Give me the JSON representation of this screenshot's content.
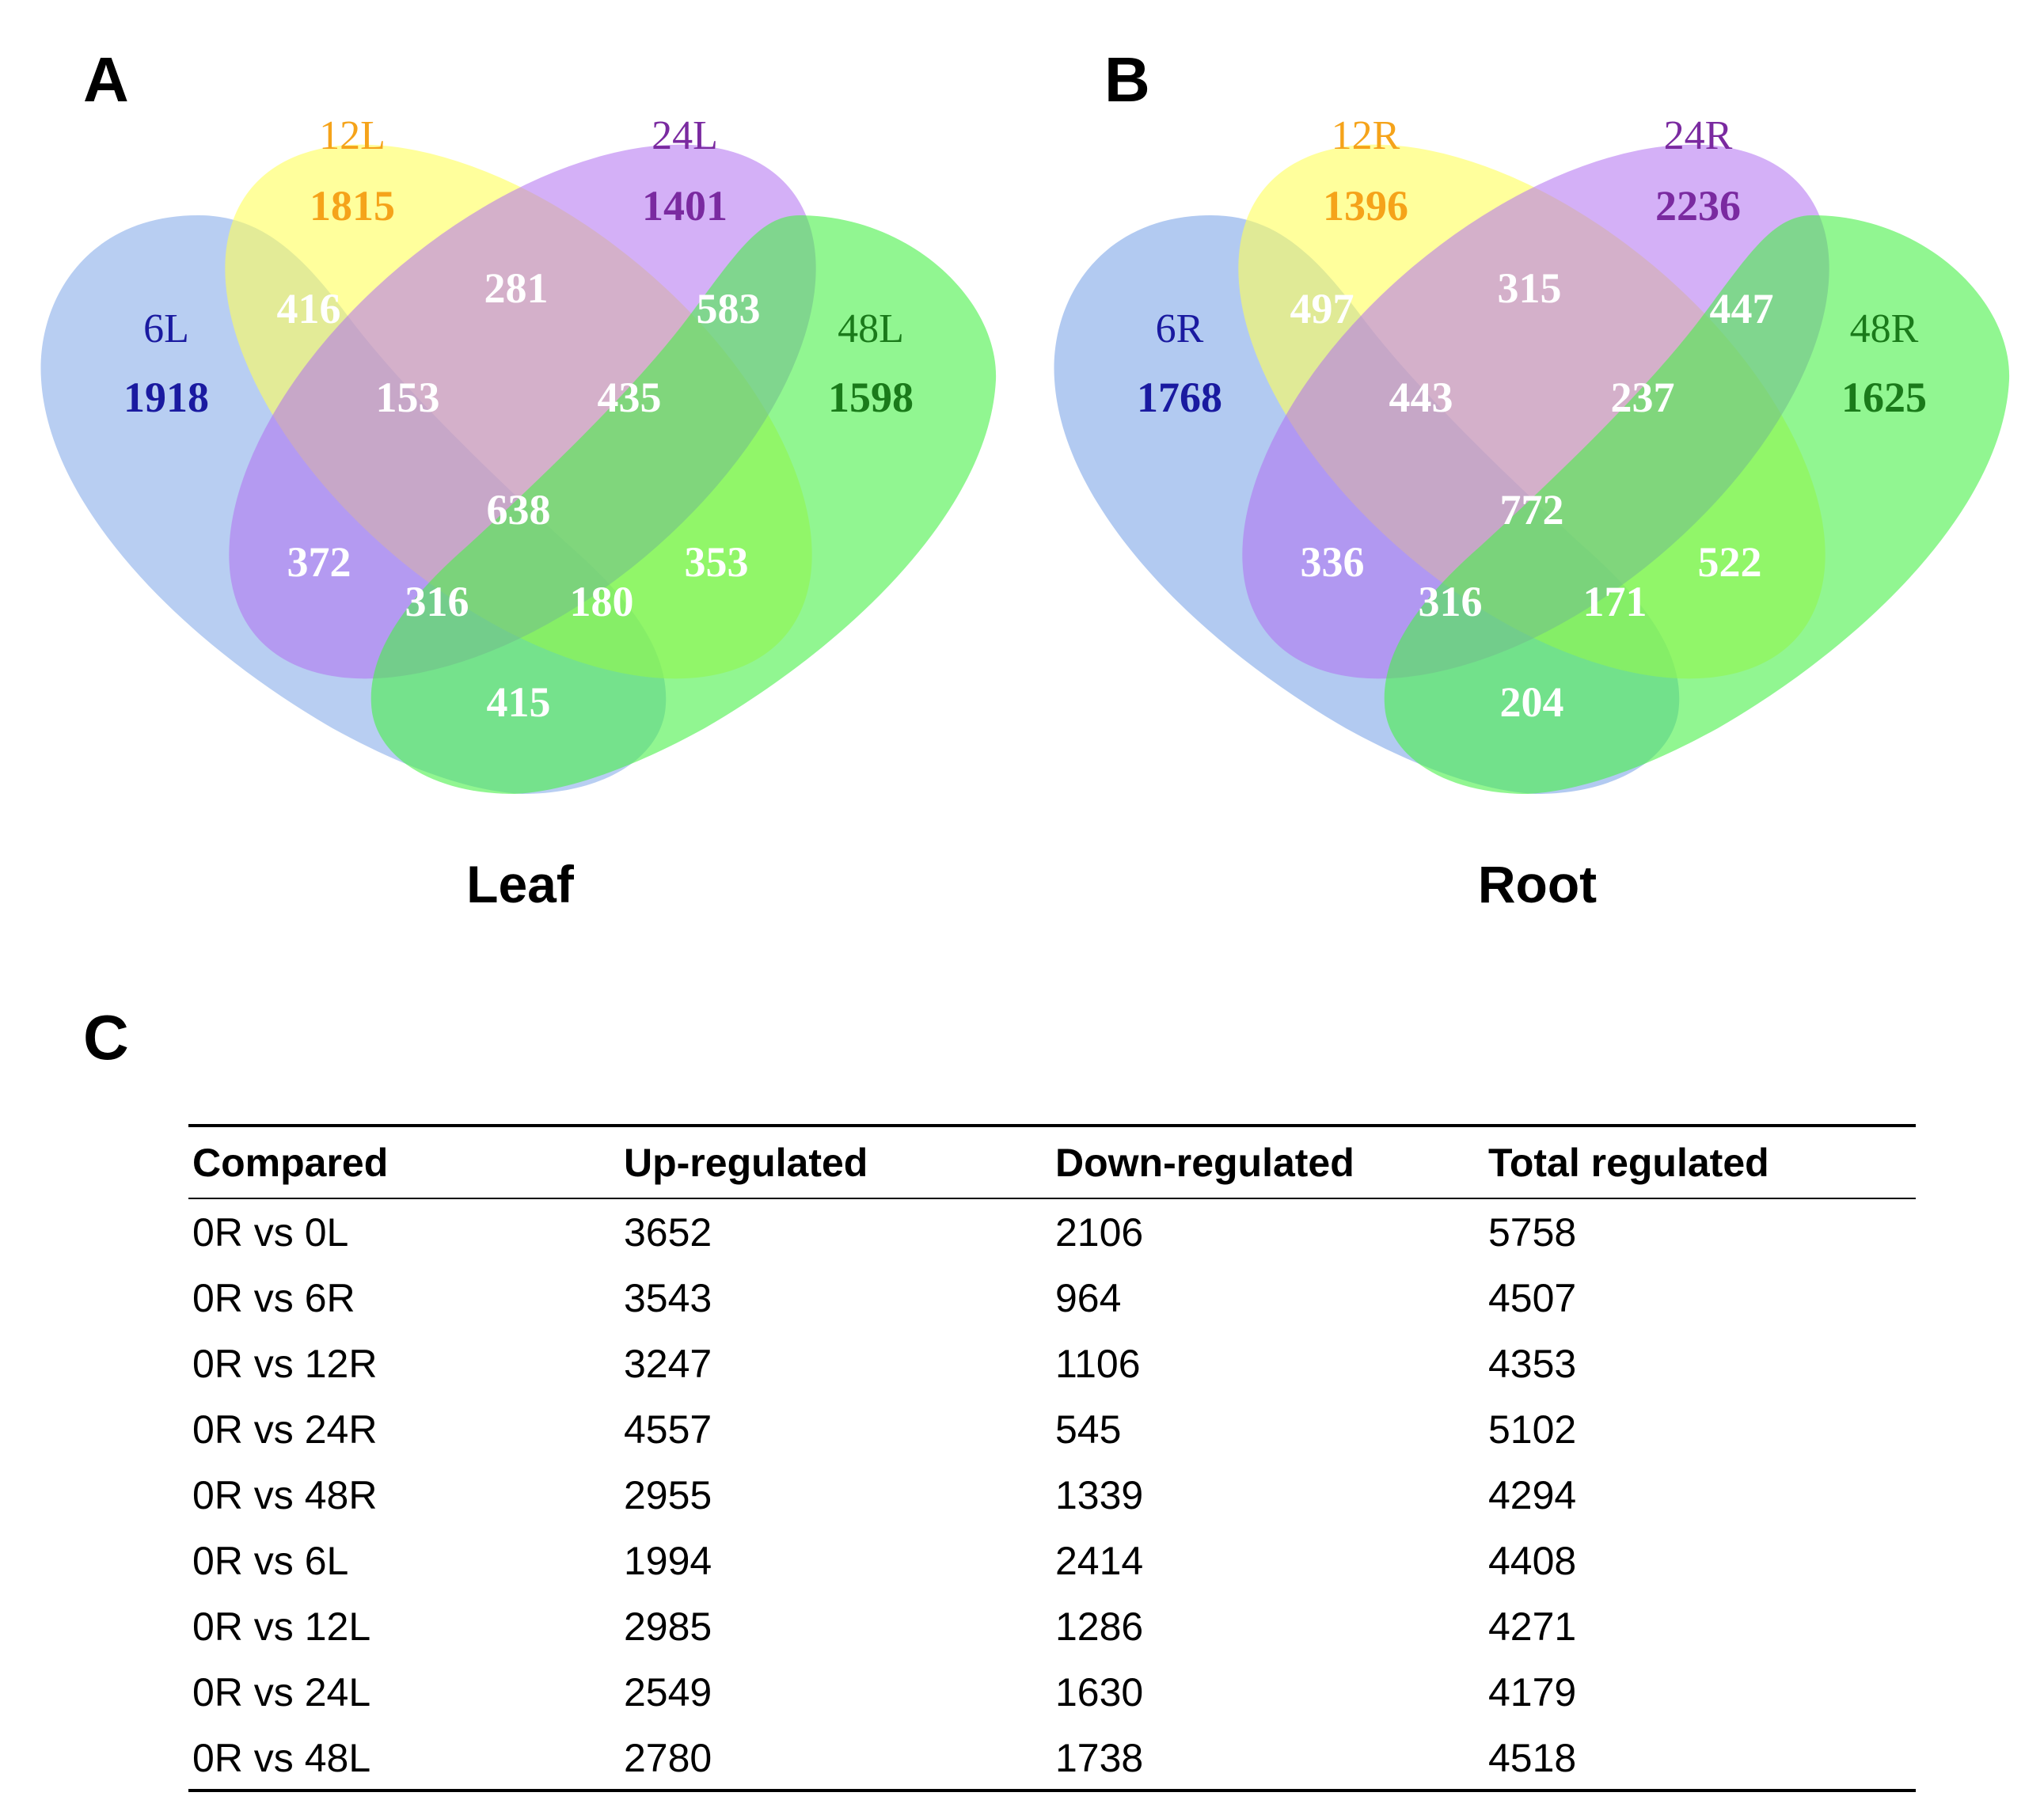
{
  "panels": [
    {
      "letter": "A",
      "caption": "Leaf",
      "sets": [
        {
          "label": "6L",
          "count": "1918",
          "fill": "#7ea6e8",
          "text_color": "#1a1aa0"
        },
        {
          "label": "12L",
          "count": "1815",
          "fill": "#ffff5a",
          "text_color": "#f5a31a"
        },
        {
          "label": "24L",
          "count": "1401",
          "fill": "#b06ff0",
          "text_color": "#7a2aa0"
        },
        {
          "label": "48L",
          "count": "1598",
          "fill": "#48f048",
          "text_color": "#1a7a1a"
        }
      ],
      "regions": {
        "r6_12": "416",
        "r12_24": "281",
        "r24_48": "583",
        "r6_12_24": "153",
        "r12_24_48": "435",
        "all": "638",
        "r6_24": "372",
        "r12_48": "353",
        "r6_24_48": "316",
        "r6_12_48": "180",
        "r6_48": "415"
      }
    },
    {
      "letter": "B",
      "caption": "Root",
      "sets": [
        {
          "label": "6R",
          "count": "1768",
          "fill": "#7ea6e8",
          "text_color": "#1a1aa0"
        },
        {
          "label": "12R",
          "count": "1396",
          "fill": "#ffff5a",
          "text_color": "#f5a31a"
        },
        {
          "label": "24R",
          "count": "2236",
          "fill": "#b06ff0",
          "text_color": "#7a2aa0"
        },
        {
          "label": "48R",
          "count": "1625",
          "fill": "#48f048",
          "text_color": "#1a7a1a"
        }
      ],
      "regions": {
        "r6_12": "497",
        "r12_24": "315",
        "r24_48": "447",
        "r6_12_24": "443",
        "r12_24_48": "237",
        "all": "772",
        "r6_24": "336",
        "r12_48": "522",
        "r6_24_48": "316",
        "r6_12_48": "171",
        "r6_48": "204"
      }
    }
  ],
  "table": {
    "letter": "C",
    "headers": [
      "Compared",
      "Up-regulated",
      "Down-regulated",
      "Total regulated"
    ],
    "rows": [
      [
        "0R vs 0L",
        "3652",
        "2106",
        "5758"
      ],
      [
        "0R vs 6R",
        "3543",
        "964",
        "4507"
      ],
      [
        "0R vs 12R",
        "3247",
        "1106",
        "4353"
      ],
      [
        "0R vs 24R",
        "4557",
        "545",
        "5102"
      ],
      [
        "0R vs 48R",
        "2955",
        "1339",
        "4294"
      ],
      [
        "0R vs 6L",
        "1994",
        "2414",
        "4408"
      ],
      [
        "0R vs 12L",
        "2985",
        "1286",
        "4271"
      ],
      [
        "0R vs 24L",
        "2549",
        "1630",
        "4179"
      ],
      [
        "0R vs 48L",
        "2780",
        "1738",
        "4518"
      ]
    ]
  }
}
